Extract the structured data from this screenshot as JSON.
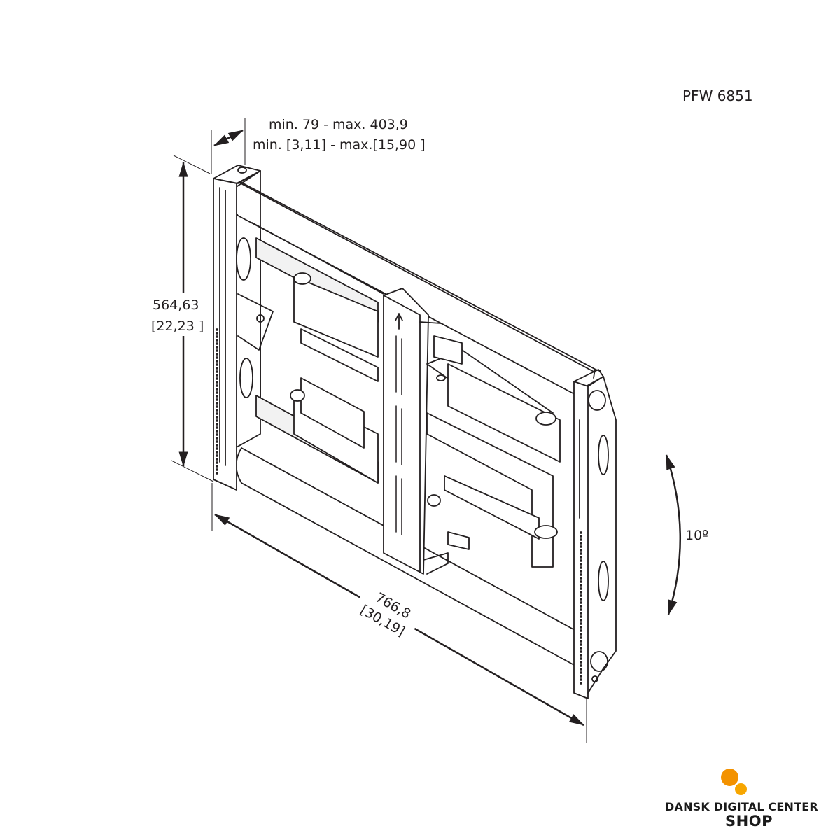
{
  "model": "PFW 6851",
  "dimensions": {
    "depth_line1": "min. 79 - max. 403,9",
    "depth_line2": "min. [3,11] - max.[15,90 ]",
    "height_mm": "564,63",
    "height_in": "[22,23 ]",
    "width_mm": "766,8",
    "width_in": "[30,19]",
    "tilt": "10º"
  },
  "logo": {
    "line1": "DANSK DIGITAL CENTER",
    "line2": "SHOP",
    "colors": {
      "dot_big": "#f39200",
      "dot_small": "#f7a600"
    }
  },
  "colors": {
    "ink": "#231f20",
    "background": "#ffffff"
  }
}
